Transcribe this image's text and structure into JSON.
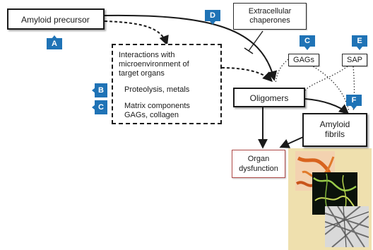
{
  "nodes": {
    "amyloid_precursor": "Amyloid precursor",
    "interactions": [
      "Interactions with",
      "microenvironment of",
      "target organs"
    ],
    "proteolysis": "Proteolysis, metals",
    "matrix": [
      "Matrix components",
      "GAGs, collagen"
    ],
    "chaperones": [
      "Extracellular",
      "chaperones"
    ],
    "gags": "GAGs",
    "sap": "SAP",
    "oligomers": "Oligomers",
    "fibrils": [
      "Amyloid",
      "fibrils"
    ],
    "organ": [
      "Organ",
      "dysfunction"
    ]
  },
  "tags": {
    "a": "A",
    "b": "B",
    "c1": "C",
    "c2": "C",
    "d": "D",
    "e": "E",
    "f": "F"
  },
  "colors": {
    "tag": "#1f73b6",
    "organ_border": "#b04a48",
    "micrograph_bg": "#efe0ae"
  }
}
